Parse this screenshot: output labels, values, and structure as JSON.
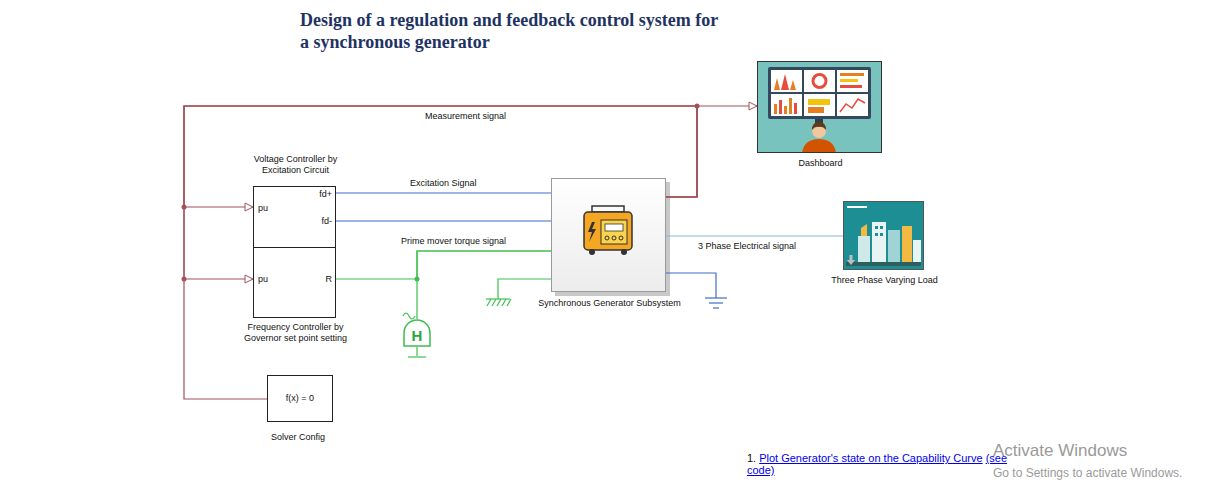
{
  "diagram": {
    "title": "Design of a regulation and feedback control system for a synchronous generator",
    "nodes": [
      {
        "text": [
          "Dashboard"
        ]
      },
      {
        "text": [
          "Voltage Controller by Excitation Circuit",
          "pu",
          "fd+",
          "fd-"
        ]
      },
      {
        "text": [
          "Synchronous Generator Subsystem"
        ]
      },
      {
        "text": [
          "Three Phase Varying Load"
        ]
      },
      {
        "text": [
          "pu",
          "R",
          "Frequency Controller by Governor set point setting"
        ]
      },
      {
        "text": [
          "H"
        ]
      },
      {
        "text": [
          "f(x) = 0",
          "Solver Config"
        ]
      }
    ],
    "edges": [
      {
        "from": 2,
        "to": 0,
        "label": "Measurement signal",
        "arrow": "to"
      },
      {
        "from": 2,
        "to": 1,
        "arrow": "to"
      },
      {
        "from": 2,
        "to": 4,
        "arrow": "to"
      },
      {
        "from": 2,
        "to": 6,
        "arrow": "none"
      },
      {
        "from": 1,
        "to": 2,
        "label": "Excitation Signal",
        "arrow": "none"
      },
      {
        "from": 1,
        "to": 2,
        "arrow": "none"
      },
      {
        "from": 4,
        "to": 2,
        "label": "Prime mover torque signal",
        "arrow": "none"
      },
      {
        "from": 5,
        "to": 2,
        "arrow": "none"
      },
      {
        "from": 2,
        "to": 3,
        "label": "3 Phase Electrical signal",
        "arrow": "none"
      }
    ],
    "labels": [
      "1.",
      "Plot Generator's state on the Capability Curve",
      "(see code)",
      "Activate Windows",
      "Go to Settings to activate Windows."
    ]
  }
}
